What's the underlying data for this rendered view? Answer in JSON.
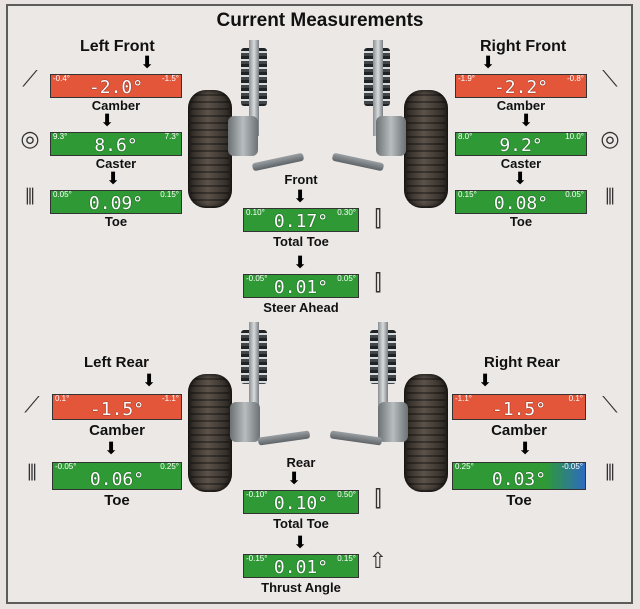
{
  "title": "Current Measurements",
  "front": {
    "left_header": "Left Front",
    "right_header": "Right Front",
    "left_camber": {
      "label": "Camber",
      "min": "-0.4°",
      "max": "-1.5°",
      "value": "-2.0°",
      "color": "#e4563a"
    },
    "left_caster": {
      "label": "Caster",
      "min": "9.3°",
      "max": "7.3°",
      "value": "8.6°",
      "color": "#2f9a35"
    },
    "left_toe": {
      "label": "Toe",
      "min": "0.05°",
      "max": "0.15°",
      "value": "0.09°",
      "color": "#2f9a35"
    },
    "right_camber": {
      "label": "Camber",
      "min": "-1.9°",
      "max": "-0.8°",
      "value": "-2.2°",
      "color": "#e4563a"
    },
    "right_caster": {
      "label": "Caster",
      "min": "8.0°",
      "max": "10.0°",
      "value": "9.2°",
      "color": "#2f9a35"
    },
    "right_toe": {
      "label": "Toe",
      "min": "0.15°",
      "max": "0.05°",
      "value": "0.08°",
      "color": "#2f9a35"
    },
    "center_header": "Front",
    "total_toe": {
      "label": "Total Toe",
      "min": "0.10°",
      "max": "0.30°",
      "value": "0.17°",
      "color": "#2f9a35"
    },
    "steer_ahead": {
      "label": "Steer Ahead",
      "min": "-0.05°",
      "max": "0.05°",
      "value": "0.01°",
      "color": "#2f9a35"
    }
  },
  "rear": {
    "left_header": "Left Rear",
    "right_header": "Right Rear",
    "left_camber": {
      "label": "Camber",
      "min": "0.1°",
      "max": "-1.1°",
      "value": "-1.5°",
      "color": "#e4563a"
    },
    "left_toe": {
      "label": "Toe",
      "min": "-0.05°",
      "max": "0.25°",
      "value": "0.06°",
      "color": "#2f9a35"
    },
    "right_camber": {
      "label": "Camber",
      "min": "-1.1°",
      "max": "0.1°",
      "value": "-1.5°",
      "color": "#e4563a"
    },
    "right_toe": {
      "label": "Toe",
      "min": "0.25°",
      "max": "-0.05°",
      "value": "0.03°",
      "color": "#2f9a35"
    },
    "center_header": "Rear",
    "total_toe": {
      "label": "Total Toe",
      "min": "-0.10°",
      "max": "0.50°",
      "value": "0.10°",
      "color": "#2f9a35"
    },
    "thrust_angle": {
      "label": "Thrust Angle",
      "min": "-0.15°",
      "max": "0.15°",
      "value": "0.01°",
      "color": "#2f9a35"
    }
  },
  "icons": {
    "camber": "wheel-camber-icon",
    "caster": "wheel-caster-icon",
    "toe": "wheel-toe-icon",
    "total_toe": "axle-toe-icon",
    "thrust": "thrust-angle-icon"
  }
}
